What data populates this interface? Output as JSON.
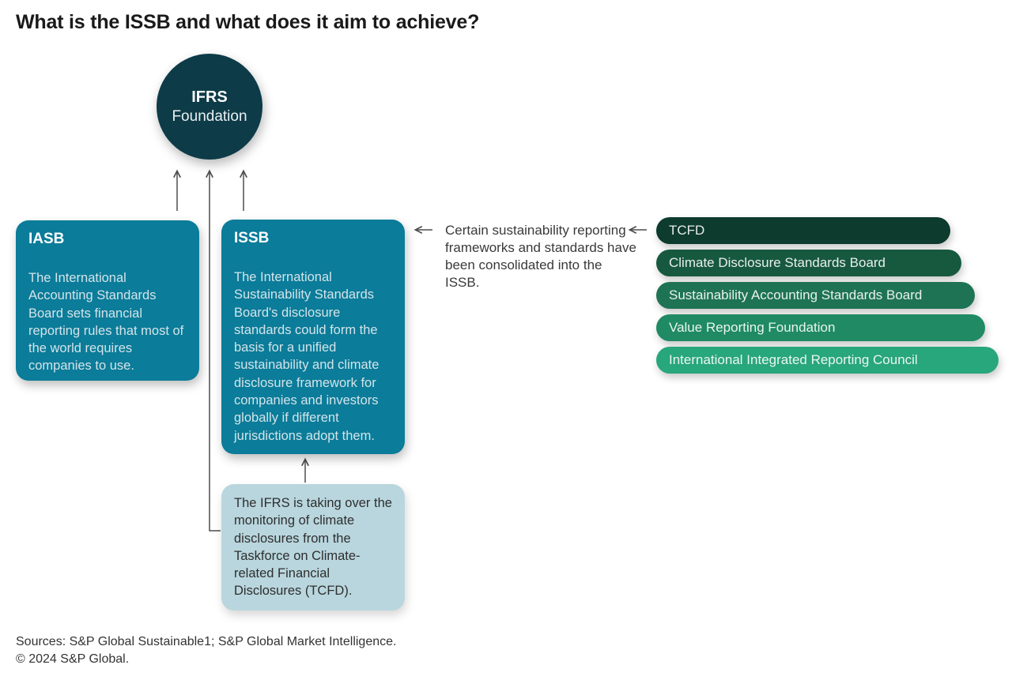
{
  "title": "What is the ISSB and what does it aim to achieve?",
  "circle": {
    "line1": "IFRS",
    "line2": "Foundation",
    "color": "#0d3b48"
  },
  "boxes": {
    "iasb": {
      "title": "IASB",
      "body": "The International Accounting Standards Board sets financial reporting rules that most of the world requires companies to use.",
      "color": "#0b7c99"
    },
    "issb": {
      "title": "ISSB",
      "body": "The International Sustainability Standards Board's disclosure standards could form the basis for a unified sustainability and climate disclosure framework for companies and investors globally if different jurisdictions adopt them.",
      "color": "#0b7c99"
    },
    "tcfd_note": {
      "body": "The IFRS is taking over the monitoring of climate disclosures from the Taskforce on Climate-related Financial Disclosures (TCFD).",
      "color": "#b9d6de"
    }
  },
  "annotation": {
    "text": "Certain sustainability reporting frameworks and standards have been consolidated into the ISSB."
  },
  "pills": [
    {
      "label": "TCFD",
      "color": "#0d3b2d"
    },
    {
      "label": "Climate Disclosure Standards Board",
      "color": "#17593f"
    },
    {
      "label": "Sustainability Accounting Standards Board",
      "color": "#1e7355"
    },
    {
      "label": "Value Reporting Foundation",
      "color": "#1f8a64"
    },
    {
      "label": "International Integrated Reporting Council",
      "color": "#28a67c"
    }
  ],
  "footer": {
    "sources": "Sources: S&P Global Sustainable1; S&P Global Market Intelligence.",
    "copyright": "© 2024 S&P Global."
  },
  "connector_color": "#4d4d4d"
}
